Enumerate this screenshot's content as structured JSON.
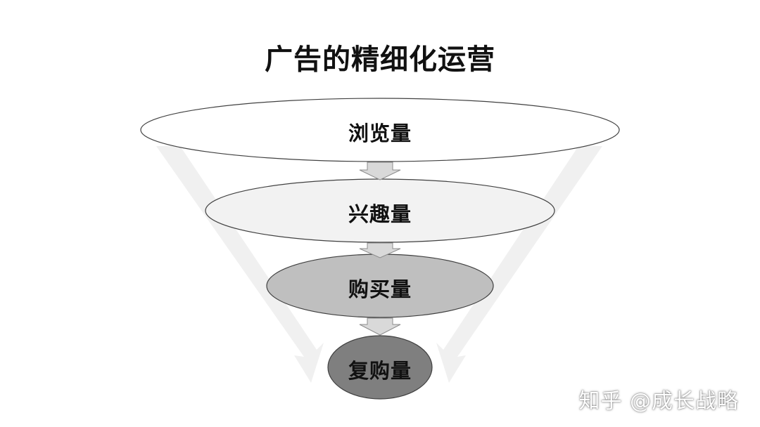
{
  "title": "广告的精细化运营",
  "stages": [
    {
      "label": "浏览量",
      "fill": "#ffffff"
    },
    {
      "label": "兴趣量",
      "fill": "#f2f2f2"
    },
    {
      "label": "购买量",
      "fill": "#bfbfbf"
    },
    {
      "label": "复购量",
      "fill": "#7f7f7f"
    }
  ],
  "arrow_color": "#d9d9d9",
  "watermark": "知乎 @成长战略"
}
